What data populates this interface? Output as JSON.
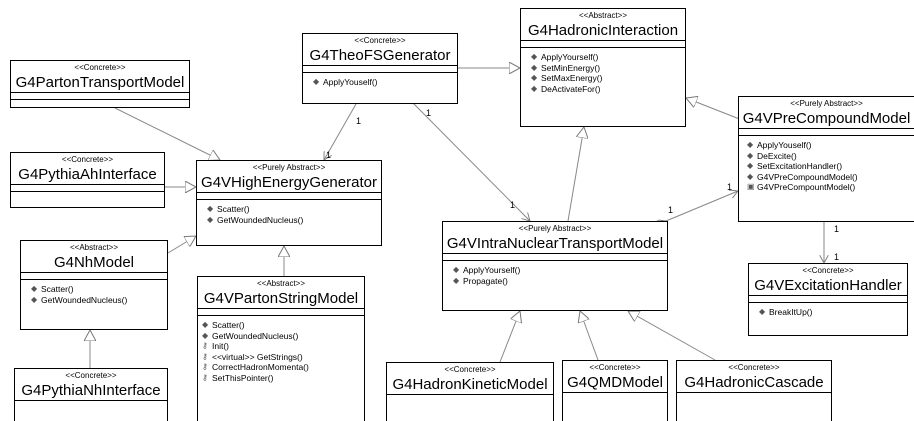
{
  "classes": {
    "partonTransport": {
      "stereotype": "<<Concrete>>",
      "name": "G4PartonTransportModel",
      "ops": []
    },
    "pythiaAh": {
      "stereotype": "<<Concrete>>",
      "name": "G4PythiaAhInterface",
      "ops": []
    },
    "nhModel": {
      "stereotype": "<<Abstract>>",
      "name": "G4NhModel",
      "ops": [
        "Scatter()",
        "GetWoundedNucleus()"
      ]
    },
    "pythiaNh": {
      "stereotype": "<<Concrete>>",
      "name": "G4PythiaNhInterface",
      "ops": []
    },
    "theoFS": {
      "stereotype": "<<Concrete>>",
      "name": "G4TheoFSGenerator",
      "ops": [
        "ApplyYouself()"
      ]
    },
    "highEnergy": {
      "stereotype": "<<Purely Abstract>>",
      "name": "G4VHighEnergyGenerator",
      "ops": [
        "Scatter()",
        "GetWoundedNucleus()"
      ]
    },
    "partonString": {
      "stereotype": "<<Abstract>>",
      "name": "G4VPartonStringModel",
      "ops": [
        "Scatter()",
        "GetWoundedNucleus()",
        "Init()",
        "<<virtual>> GetStrings()",
        "CorrectHadronMomenta()",
        "SetThisPointer()"
      ]
    },
    "hadronicInteraction": {
      "stereotype": "<<Abstract>>",
      "name": "G4HadronicInteraction",
      "ops": [
        "ApplyYourself()",
        "SetMinEnergy()",
        "SetMaxEnergy()",
        "DeActivateFor()"
      ]
    },
    "intraNuclear": {
      "stereotype": "<<Purely Abstract>>",
      "name": "G4VIntraNuclearTransportModel",
      "ops": [
        "ApplyYourself()",
        "Propagate()"
      ]
    },
    "preCompound": {
      "stereotype": "<<Purely Abstract>>",
      "name": "G4VPreCompoundModel",
      "ops": [
        "ApplyYouself()",
        "DeExcite()",
        "SetExcitationHandler()",
        "G4VPreCompoundModel()",
        "G4VPreCompountModel()"
      ]
    },
    "excitation": {
      "stereotype": "<<Concrete>>",
      "name": "G4VExcitationHandler",
      "ops": [
        "BreakItUp()"
      ]
    },
    "hadronKinetic": {
      "stereotype": "<<Concrete>>",
      "name": "G4HadronKineticModel",
      "ops": []
    },
    "qmd": {
      "stereotype": "<<Concrete>>",
      "name": "G4QMDModel",
      "ops": []
    },
    "hadronicCascade": {
      "stereotype": "<<Concrete>>",
      "name": "G4HadronicCascade",
      "ops": []
    }
  },
  "multiplicities": {
    "theo_high_src": "1",
    "theo_high_dst": "1",
    "theo_intra_src": "1",
    "theo_intra_dst": "1",
    "intra_pre_src": "1",
    "intra_pre_dst": "1",
    "pre_exc_src": "1",
    "pre_exc_dst": "1"
  }
}
